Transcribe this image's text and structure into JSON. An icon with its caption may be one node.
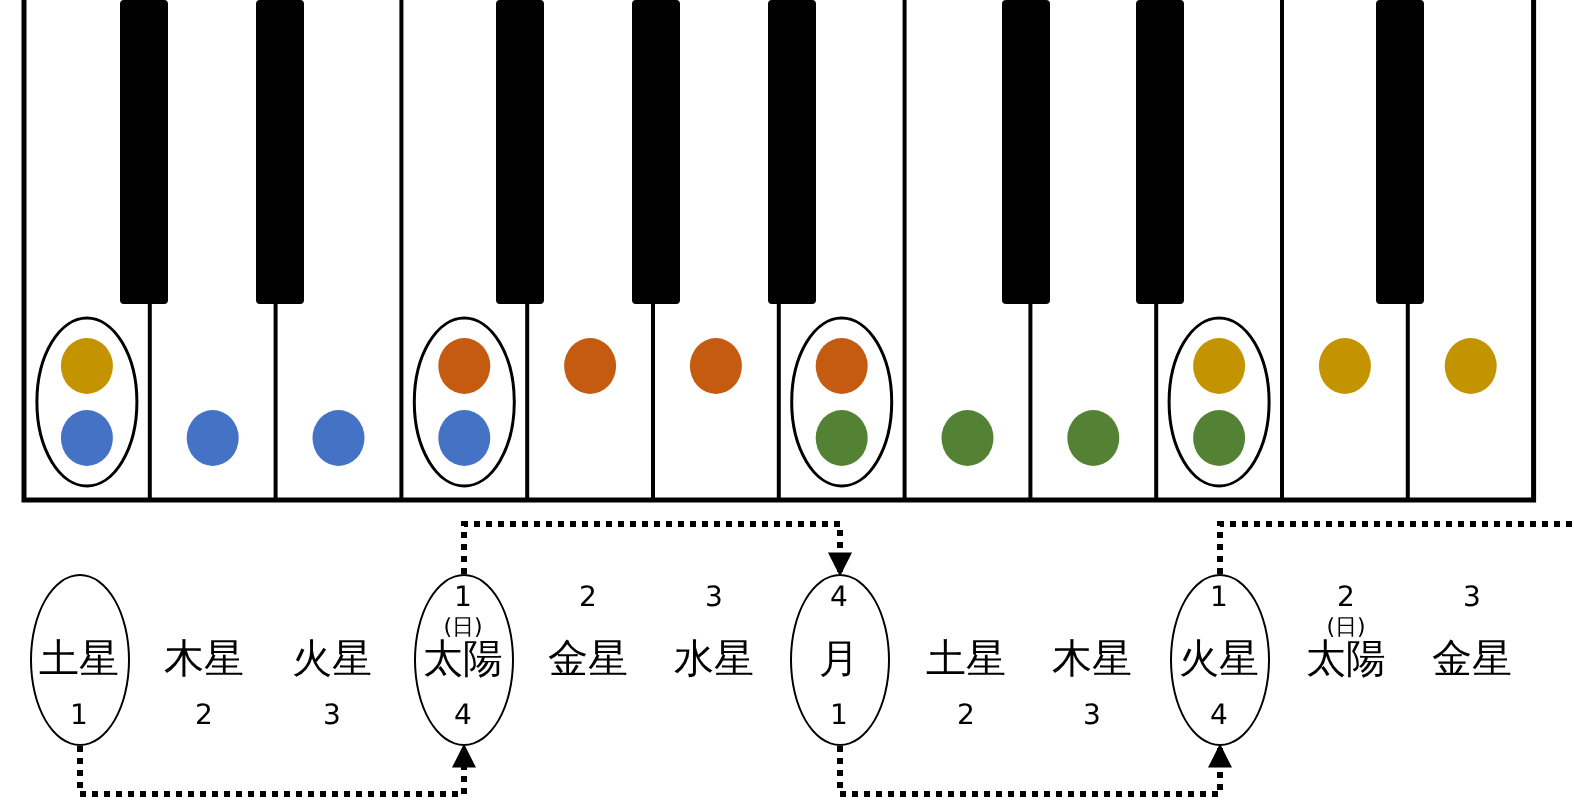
{
  "diagram": {
    "nodes": [
      {
        "text": [
          "土星",
          "1"
        ]
      },
      {
        "text": [
          "1",
          "(日)",
          "太陽",
          "4"
        ]
      },
      {
        "text": [
          "4",
          "月",
          "1"
        ]
      },
      {
        "text": [
          "1",
          "火星",
          "4"
        ]
      }
    ],
    "edges": [
      {
        "from": 0,
        "to": 1,
        "arrow": "to",
        "style": "dashed"
      },
      {
        "from": 1,
        "to": 2,
        "arrow": "to",
        "style": "dashed"
      },
      {
        "from": 2,
        "to": 3,
        "arrow": "to",
        "style": "dashed"
      },
      {
        "from": 3,
        "to": null,
        "arrow": "none",
        "style": "dashed"
      }
    ],
    "labels": [
      "木星",
      "2",
      "火星",
      "3",
      "2",
      "金星",
      "3",
      "水星",
      "土星",
      "2",
      "木星",
      "3",
      "2",
      "(日)",
      "太陽",
      "3",
      "金星"
    ]
  }
}
